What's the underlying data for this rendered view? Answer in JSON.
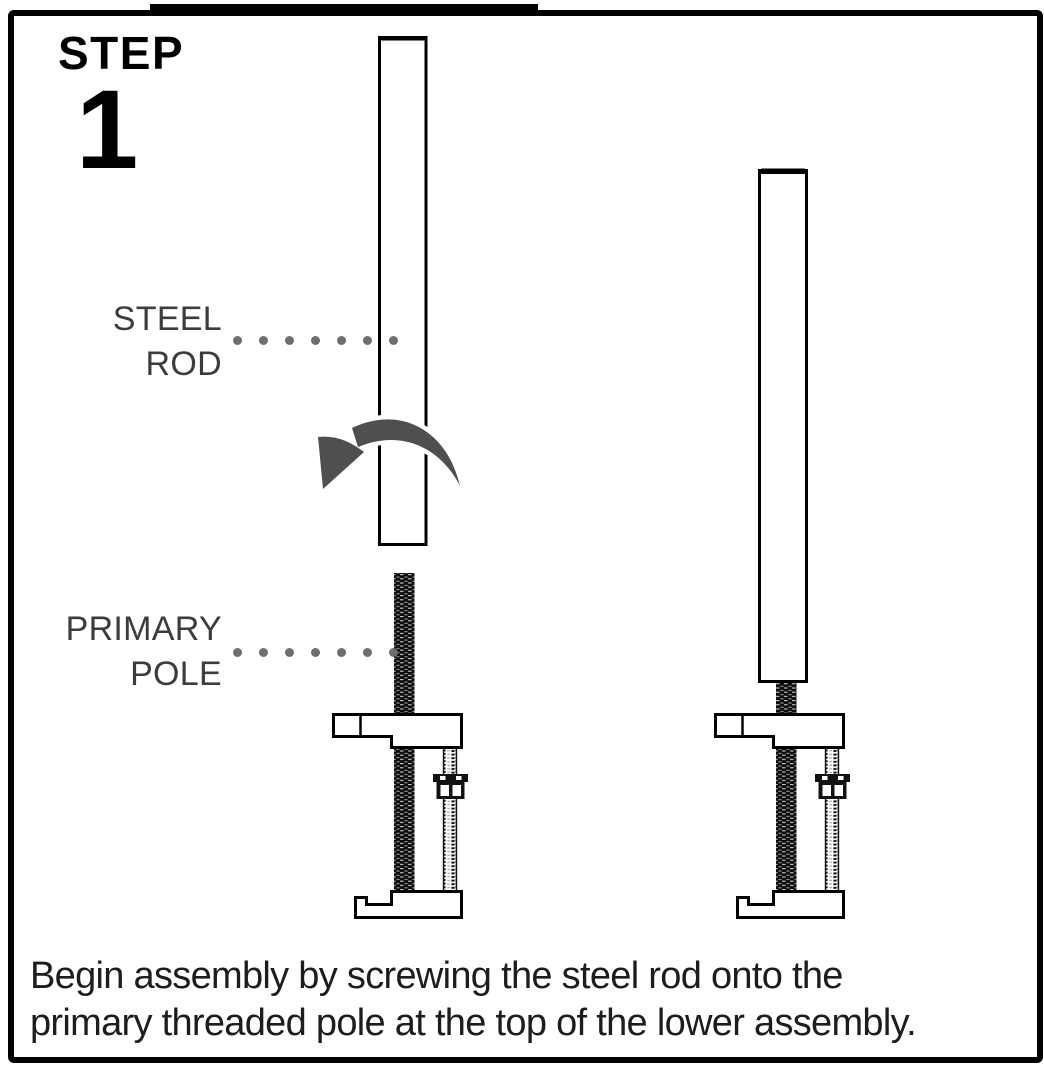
{
  "panel": {
    "step_label": "STEP",
    "step_number": "1"
  },
  "callouts": {
    "steel_rod": {
      "line1": "STEEL",
      "line2": "ROD",
      "dots": 7
    },
    "primary_pole": {
      "line1": "PRIMARY",
      "line2": "POLE",
      "dots": 7
    }
  },
  "instruction": {
    "line1": "Begin assembly by screwing the steel rod onto the",
    "line2": "primary threaded pole at the top of the lower assembly."
  },
  "diagram": {
    "parts": [
      "steel-rod",
      "rotation-arrow",
      "primary-threaded-pole",
      "lower-clamp-assembly",
      "assembled-unit"
    ],
    "colors": {
      "arrow_gray": "#4f4f4f",
      "dot_gray": "#6e6e6e",
      "label_gray": "#3c3c3c",
      "ink_black": "#000000",
      "background": "#ffffff"
    }
  }
}
